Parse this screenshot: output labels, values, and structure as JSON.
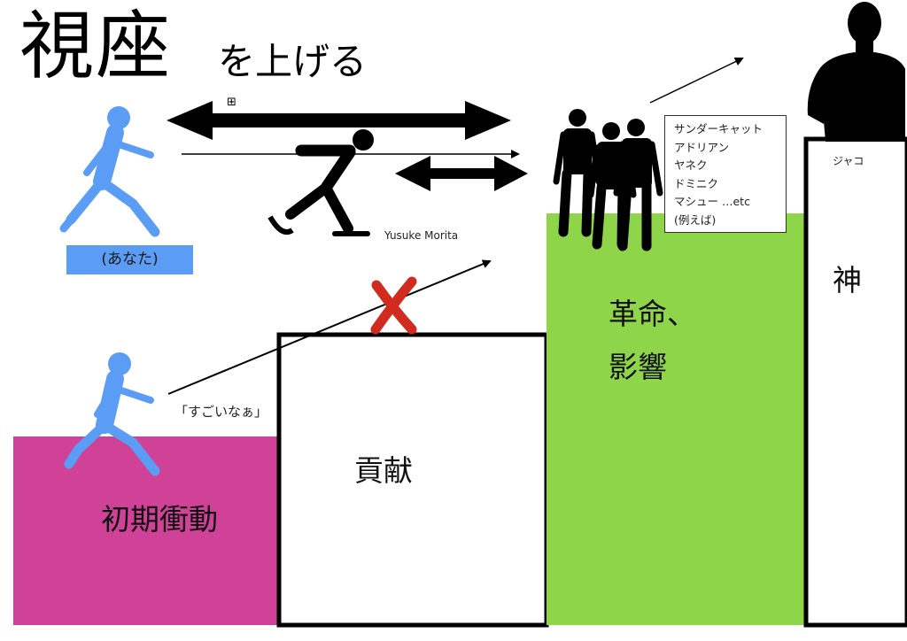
{
  "title": {
    "main": "視座",
    "sub": "を上げる"
  },
  "you_label": "(あなた)",
  "author": "Yusuke Morita",
  "quote": "「すごいなぁ」",
  "stages": {
    "impulse": "初期衝動",
    "contribution": "貢献",
    "revolution_line1": "革命、",
    "revolution_line2": "影響",
    "god": "神"
  },
  "names": [
    "サンダーキャット",
    "アドリアン",
    "ヤネク",
    "ドミニク",
    "マシュー …etc",
    "(例えば)"
  ],
  "jaco": "ジャコ",
  "small_icon": "⊞",
  "colors": {
    "impulse": "#cf4297",
    "revolution": "#8fd54a",
    "runner": "#5b9df5",
    "cross": "#d12b1f"
  }
}
